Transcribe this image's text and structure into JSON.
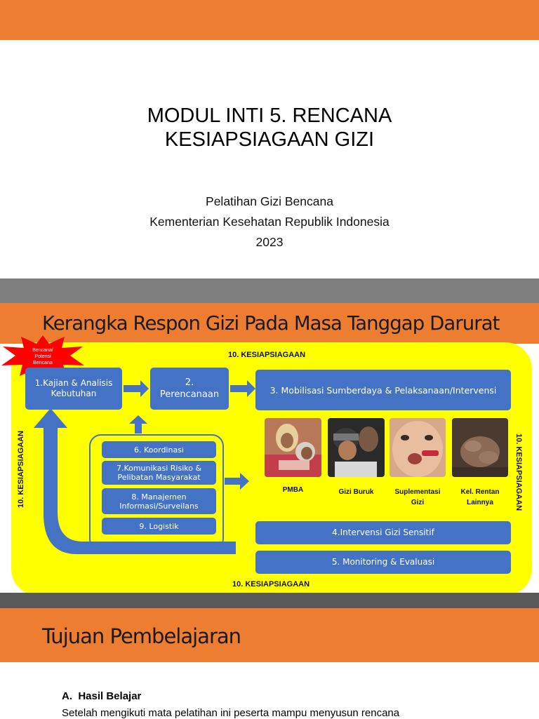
{
  "slide1": {
    "title_line1": "MODUL INTI 5. RENCANA",
    "title_line2": "KESIAPSIAGAAN GIZI",
    "subtitle_line1": "Pelatihan Gizi Bencana",
    "subtitle_line2": "Kementerian Kesehatan Republik Indonesia",
    "subtitle_line3": "2023"
  },
  "slide2": {
    "title": "Kerangka Respon Gizi Pada Masa Tanggap Darurat",
    "burst_line1": "Bencana/",
    "burst_line2": "Potensi",
    "burst_line3": "Bencana",
    "label_top": "10. KESIAPSIAGAAN",
    "label_bottom": "10. KESIAPSIAGAAN",
    "label_left": "10. KESIAPSIAGAAN",
    "label_right": "10. KESIAPSIAGAAN",
    "box1_line1": "1.Kajian & Analisis",
    "box1_line2": "Kebutuhan",
    "box2_line1": "2.",
    "box2_line2": "Perencanaan",
    "box3": "3. Mobilisasi Sumberdaya & Pelaksanaan/Intervensi",
    "box6": "6. Koordinasi",
    "box7_line1": "7.Komunikasi Risiko &",
    "box7_line2": "Pelibatan Masyarakat",
    "box8_line1": "8. Manajemen",
    "box8_line2": "Informasi/Surveilans",
    "box9": "9. Logistik",
    "box4": "4.Intervensi Gizi Sensitif",
    "box5": "5. Monitoring & Evaluasi",
    "photo1": "PMBA",
    "photo2": "Gizi Buruk",
    "photo3_line1": "Suplementasi",
    "photo3_line2": "Gizi",
    "photo4_line1": "Kel. Rentan",
    "photo4_line2": "Lainnya",
    "colors": {
      "header": "#ed7d31",
      "panel": "#ffff00",
      "box": "#4472c4",
      "burst": "#ff0000"
    }
  },
  "slide3": {
    "title": "Tujuan Pembelajaran",
    "heading": "A.  Hasil Belajar",
    "text": "Setelah mengikuti mata pelatihan ini peserta mampu menyusun rencana"
  }
}
